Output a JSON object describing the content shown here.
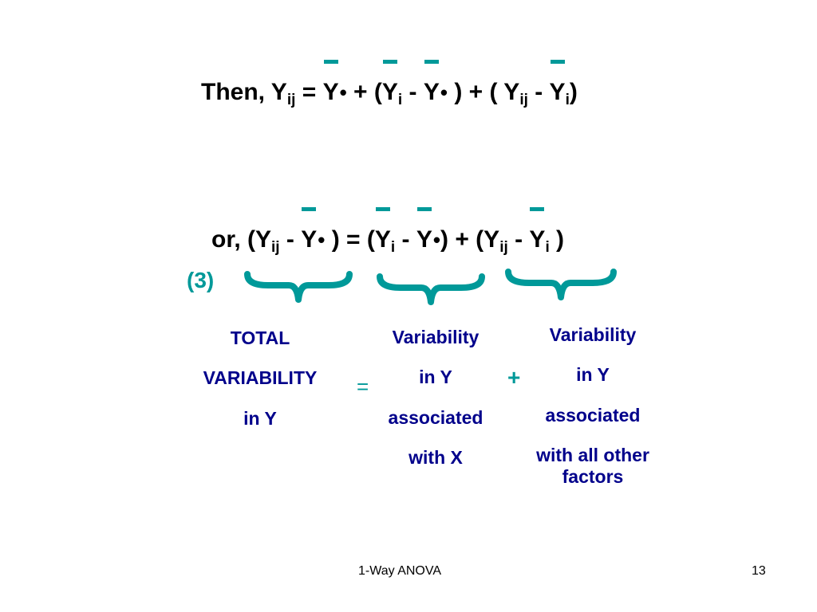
{
  "colors": {
    "teal": "#009999",
    "navy": "#00008B"
  },
  "eq1": {
    "prefix": "Then, ",
    "y": "Y",
    "ij": "ij",
    "i": "i",
    "dot": "•",
    "eq": " = ",
    "plus_open": " + (",
    "minus": " - ",
    "close_plus_open": " ) + ( ",
    "close": ")"
  },
  "eq2": {
    "prefix": "or, (",
    "y": "Y",
    "ij": "ij",
    "i": "i",
    "dot": "•",
    "minus": " - ",
    "close_eq_open": " ) = (",
    "close_plus_open": ") + (",
    "close": " )"
  },
  "eq_number": "(3)",
  "equals_sign": "=",
  "plus_sign": "+",
  "labels": {
    "total": [
      "TOTAL",
      "VARIABILITY",
      "in Y"
    ],
    "x": [
      "Variability",
      "in Y",
      "associated",
      "with X"
    ],
    "other": [
      "Variability",
      "in Y",
      "associated",
      "with all other factors"
    ]
  },
  "footer": {
    "title": "1-Way ANOVA",
    "page": "13"
  }
}
